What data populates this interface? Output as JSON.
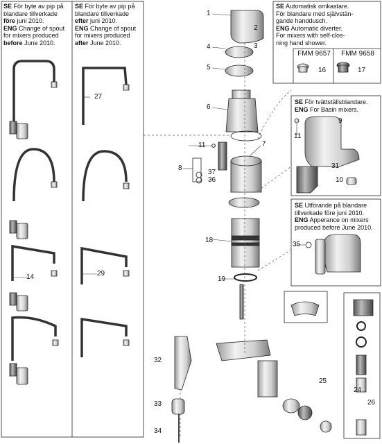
{
  "notes": {
    "before": {
      "l1_prefix": "SE",
      "l1": " För byte av pip på",
      "l2": "blandare tillverkade",
      "l3_emph": "före",
      "l3": " juni 2010.",
      "l4_prefix": "ENG",
      "l4": " Change of spout",
      "l5": "for mixers produced",
      "l6_emph": "before",
      "l6": " June 2010."
    },
    "after": {
      "l1_prefix": "SE",
      "l1": " För byte av pip på",
      "l2": "blandare tillverkade",
      "l3_emph": "efter",
      "l3": " juni 2010.",
      "l4_prefix": "ENG",
      "l4": " Change of spout",
      "l5": "for mixers produced",
      "l6_emph": "after",
      "l6": " June 2010."
    },
    "diverter": {
      "l1_prefix": "SE",
      "l1": " Automatisk omkastare.",
      "l2": "För blandare med självstän-",
      "l3": "gande handdusch.",
      "l4_prefix": "ENG",
      "l4": " Automatic diverter.",
      "l5": "For mixers with self-clos-",
      "l6": "ning hand shower."
    },
    "basin": {
      "l1_prefix": "SE",
      "l1": " För tvättställsblandare.",
      "l2_prefix": "ENG",
      "l2": " For Basin mixers."
    },
    "appearance": {
      "l1_prefix": "SE",
      "l1": " Utförande på blandare",
      "l2": "tillverkade före juni 2010.",
      "l3_prefix": "ENG",
      "l3": " Apperance on mixers",
      "l4": "produced before June 2010."
    }
  },
  "codes": {
    "a": "FMM 9657",
    "b": "FMM 9658"
  },
  "labels": {
    "p1": "1",
    "p2": "2",
    "p3": "3",
    "p4": "4",
    "p5": "5",
    "p6": "6",
    "p7": "7",
    "p8": "8",
    "p9": "9",
    "p10": "10",
    "p11a": "11",
    "p11b": "11",
    "p14": "14",
    "p16": "16",
    "p17": "17",
    "p18": "18",
    "p19": "19",
    "p24": "24",
    "p25": "25",
    "p26": "26",
    "p27": "27",
    "p29": "29",
    "p31": "31",
    "p32": "32",
    "p33": "33",
    "p34": "34",
    "p35": "35",
    "p36": "36",
    "p37": "37"
  }
}
